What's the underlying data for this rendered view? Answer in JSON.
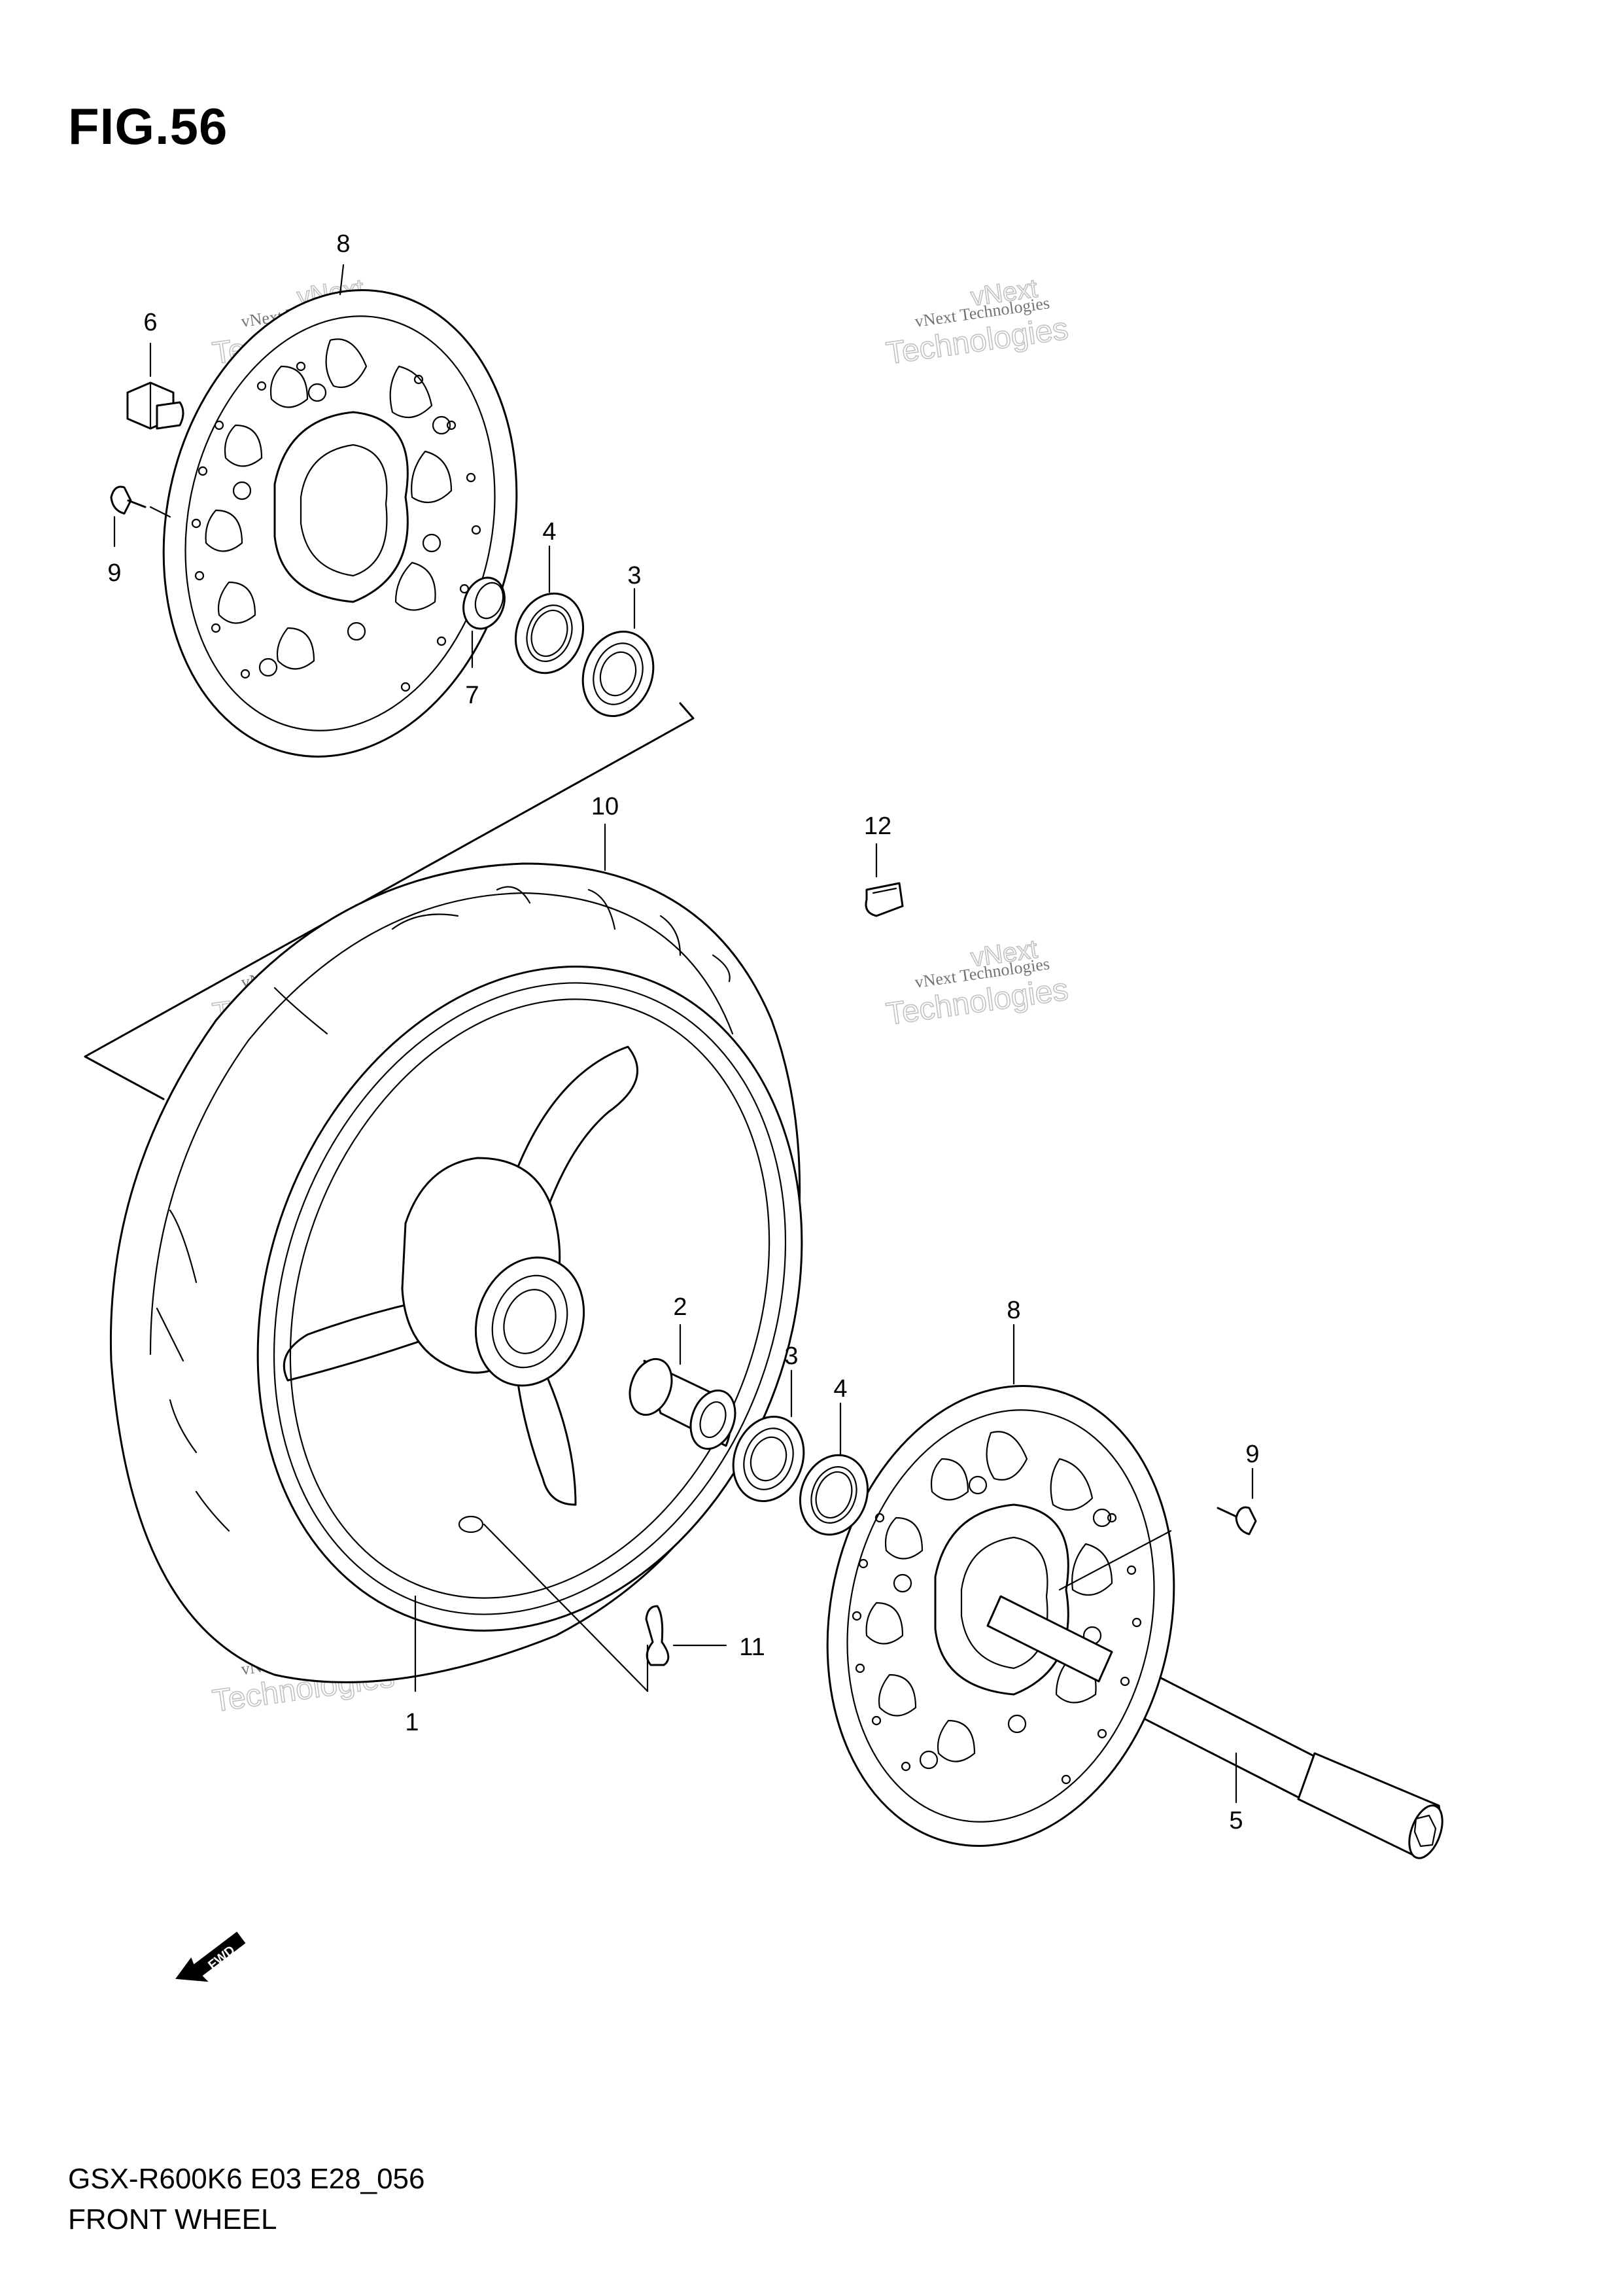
{
  "figure_title": "FIG.56",
  "model_code": "GSX-R600K6 E03 E28_056",
  "section_name": "FRONT WHEEL",
  "fwd_label": "FWD",
  "watermark": {
    "line1": "vNext Technologies",
    "line2": "vNext",
    "line3": "Technologies"
  },
  "callouts": [
    {
      "id": "c8-top",
      "label": "8"
    },
    {
      "id": "c6",
      "label": "6"
    },
    {
      "id": "c9-top",
      "label": "9"
    },
    {
      "id": "c4-top",
      "label": "4"
    },
    {
      "id": "c3-top",
      "label": "3"
    },
    {
      "id": "c7",
      "label": "7"
    },
    {
      "id": "c10",
      "label": "10"
    },
    {
      "id": "c12",
      "label": "12"
    },
    {
      "id": "c2",
      "label": "2"
    },
    {
      "id": "c3-bottom",
      "label": "3"
    },
    {
      "id": "c4-bottom",
      "label": "4"
    },
    {
      "id": "c8-bottom",
      "label": "8"
    },
    {
      "id": "c9-bottom",
      "label": "9"
    },
    {
      "id": "c11",
      "label": "11"
    },
    {
      "id": "c1",
      "label": "1"
    },
    {
      "id": "c5",
      "label": "5"
    }
  ]
}
